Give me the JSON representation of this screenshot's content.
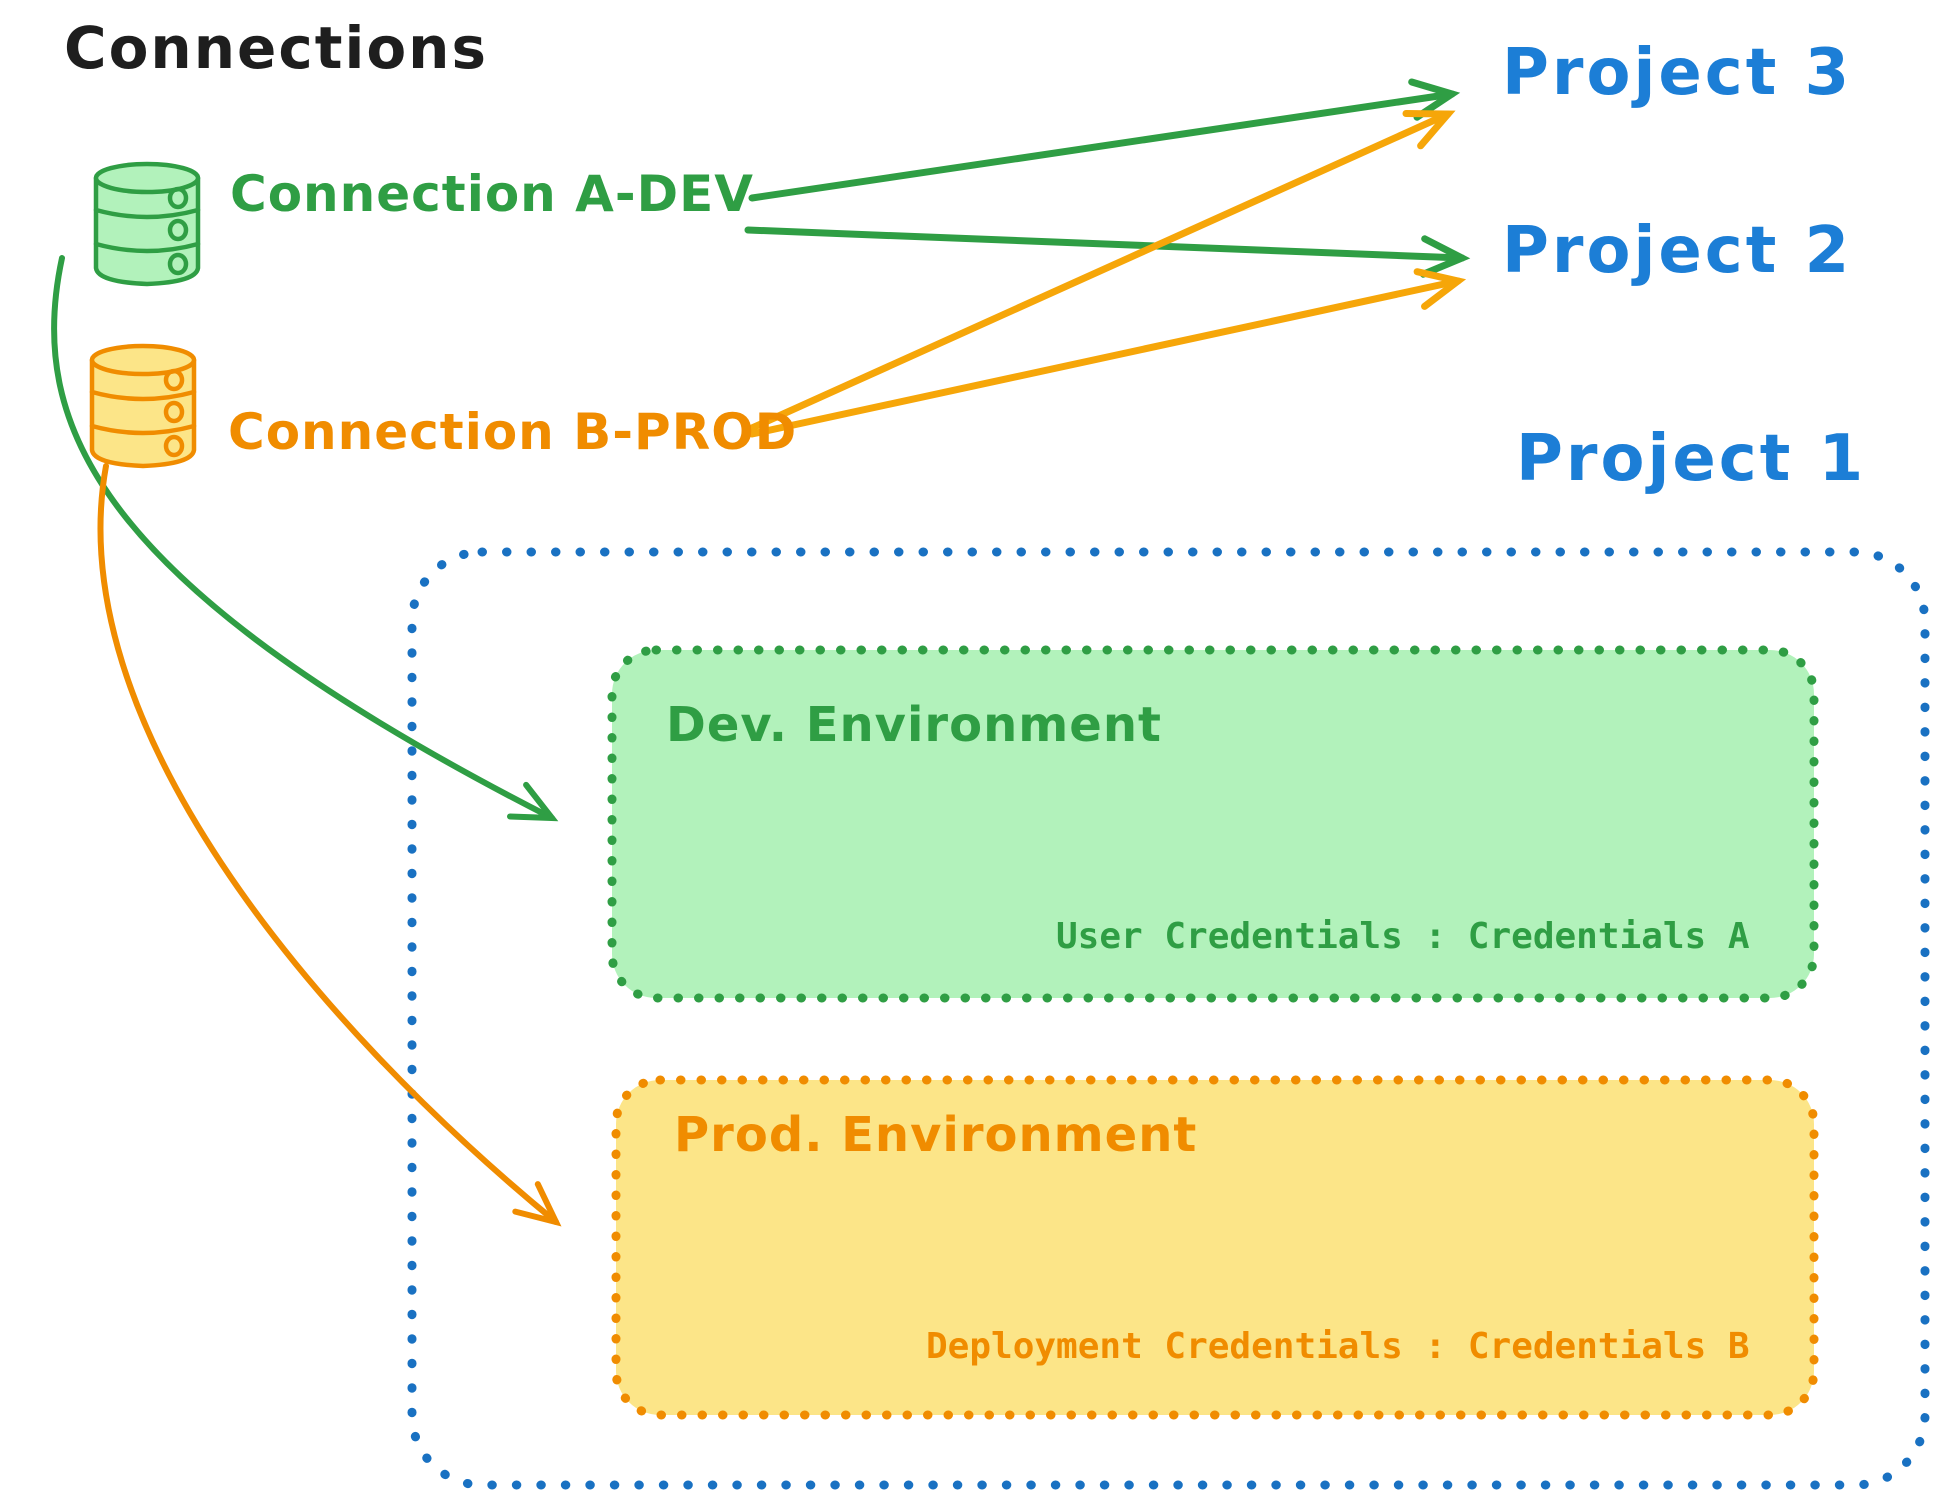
{
  "diagram": {
    "title": "Connections",
    "colors": {
      "black": "#1e1e1e",
      "green": "#2f9e44",
      "green_fill": "#b2f2bb",
      "orange": "#f08c00",
      "orange_fill": "#fce588",
      "blue_text": "#1c7ed6",
      "blue_border": "#1971c2"
    },
    "connections": {
      "a_dev": {
        "label": "Connection A-DEV",
        "icon": "database-icon",
        "color": "#2f9e44"
      },
      "b_prod": {
        "label": "Connection B-PROD",
        "icon": "database-icon",
        "color": "#f08c00"
      }
    },
    "projects": {
      "project_3": {
        "label": "Project 3"
      },
      "project_2": {
        "label": "Project 2"
      },
      "project_1": {
        "label": "Project 1",
        "environments": {
          "dev": {
            "title": "Dev. Environment",
            "credentials": "User Credentials : Credentials A"
          },
          "prod": {
            "title": "Prod. Environment",
            "credentials": "Deployment Credentials : Credentials B"
          }
        }
      }
    },
    "edges": [
      {
        "from": "Connection A-DEV",
        "to": "Project 3",
        "color": "#2f9e44",
        "style": "straight-arrow"
      },
      {
        "from": "Connection A-DEV",
        "to": "Project 2",
        "color": "#2f9e44",
        "style": "straight-arrow"
      },
      {
        "from": "Connection A-DEV",
        "to": "Dev. Environment",
        "color": "#2f9e44",
        "style": "curved-arrow"
      },
      {
        "from": "Connection B-PROD",
        "to": "Project 3",
        "color": "#f08c00",
        "style": "straight-arrow"
      },
      {
        "from": "Connection B-PROD",
        "to": "Project 2",
        "color": "#f08c00",
        "style": "straight-arrow"
      },
      {
        "from": "Connection B-PROD",
        "to": "Prod. Environment",
        "color": "#f08c00",
        "style": "curved-arrow"
      }
    ]
  }
}
